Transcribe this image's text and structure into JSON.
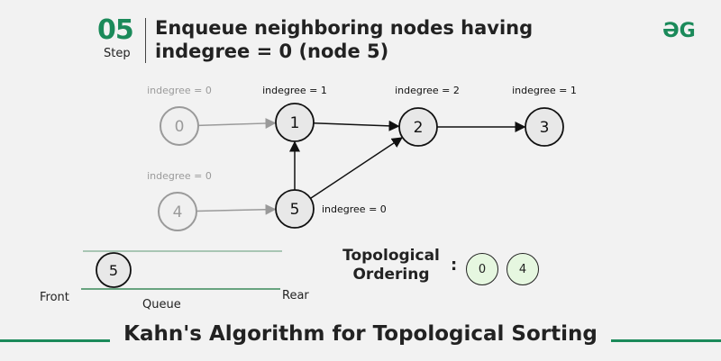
{
  "header": {
    "step_number": "05",
    "step_label": "Step",
    "title": "Enqueue neighboring nodes having indegree = 0 (node 5)",
    "logo_text": "GfG"
  },
  "graph": {
    "nodes": [
      {
        "id": "0",
        "indegree_label": "indegree = 0",
        "state": "processed"
      },
      {
        "id": "1",
        "indegree_label": "indegree = 1",
        "state": "active"
      },
      {
        "id": "2",
        "indegree_label": "indegree = 2",
        "state": "active"
      },
      {
        "id": "3",
        "indegree_label": "indegree = 1",
        "state": "active"
      },
      {
        "id": "4",
        "indegree_label": "indegree = 0",
        "state": "processed"
      },
      {
        "id": "5",
        "indegree_label": "indegree = 0",
        "state": "active"
      }
    ],
    "edges": [
      {
        "from": "0",
        "to": "1",
        "state": "processed"
      },
      {
        "from": "1",
        "to": "2",
        "state": "active"
      },
      {
        "from": "2",
        "to": "3",
        "state": "active"
      },
      {
        "from": "5",
        "to": "1",
        "state": "active"
      },
      {
        "from": "5",
        "to": "2",
        "state": "active"
      },
      {
        "from": "4",
        "to": "5",
        "state": "processed"
      }
    ]
  },
  "queue": {
    "items": [
      "5"
    ],
    "front_label": "Front",
    "rear_label": "Rear",
    "label": "Queue"
  },
  "topological": {
    "label_line1": "Topological",
    "label_line2": "Ordering",
    "colon": ":",
    "order": [
      "0",
      "4"
    ]
  },
  "footer": {
    "title": "Kahn's Algorithm for Topological Sorting"
  },
  "colors": {
    "accent": "#1b8a5a",
    "processed": "#9a9a9a",
    "node_fill": "#e8e8e8",
    "order_fill": "#e6f7e0"
  }
}
